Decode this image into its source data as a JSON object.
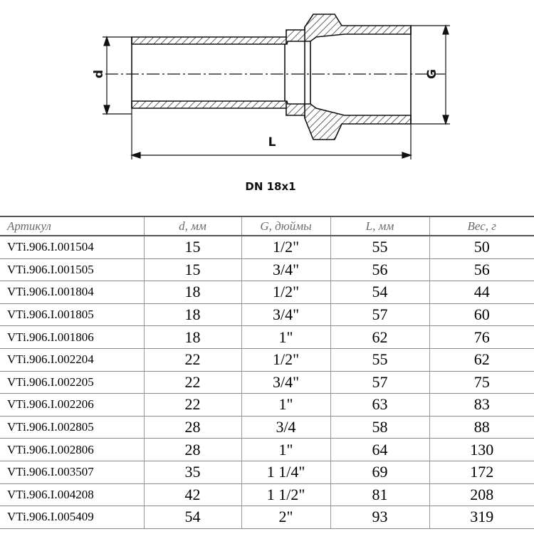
{
  "drawing": {
    "dim_d": "d",
    "dim_G": "G",
    "dim_L": "L"
  },
  "caption": "DN 18x1",
  "table": {
    "headers": [
      "Артикул",
      "d, мм",
      "G, дюймы",
      "L, мм",
      "Вес, г"
    ],
    "rows": [
      [
        "VTi.906.I.001504",
        "15",
        "1/2\"",
        "55",
        "50"
      ],
      [
        "VTi.906.I.001505",
        "15",
        "3/4\"",
        "56",
        "56"
      ],
      [
        "VTi.906.I.001804",
        "18",
        "1/2\"",
        "54",
        "44"
      ],
      [
        "VTi.906.I.001805",
        "18",
        "3/4\"",
        "57",
        "60"
      ],
      [
        "VTi.906.I.001806",
        "18",
        "1\"",
        "62",
        "76"
      ],
      [
        "VTi.906.I.002204",
        "22",
        "1/2\"",
        "55",
        "62"
      ],
      [
        "VTi.906.I.002205",
        "22",
        "3/4\"",
        "57",
        "75"
      ],
      [
        "VTi.906.I.002206",
        "22",
        "1\"",
        "63",
        "83"
      ],
      [
        "VTi.906.I.002805",
        "28",
        "3/4",
        "58",
        "88"
      ],
      [
        "VTi.906.I.002806",
        "28",
        "1\"",
        "64",
        "130"
      ],
      [
        "VTi.906.I.003507",
        "35",
        "1 1/4\"",
        "69",
        "172"
      ],
      [
        "VTi.906.I.004208",
        "42",
        "1 1/2\"",
        "81",
        "208"
      ],
      [
        "VTi.906.I.005409",
        "54",
        "2\"",
        "93",
        "319"
      ]
    ]
  }
}
